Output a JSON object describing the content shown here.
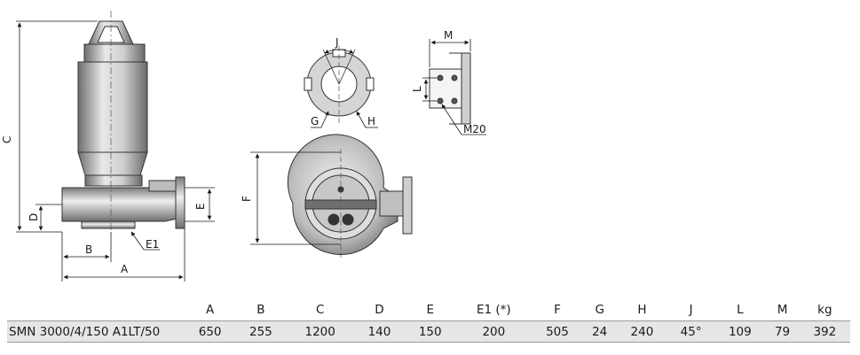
{
  "labels": {
    "A": "A",
    "B": "B",
    "C": "C",
    "D": "D",
    "E": "E",
    "E1": "E1",
    "F": "F",
    "G": "G",
    "H": "H",
    "J": "J",
    "L": "L",
    "M": "M",
    "M20": "M20"
  },
  "table": {
    "headers": [
      "",
      "A",
      "B",
      "C",
      "D",
      "E",
      "E1 (*)",
      "F",
      "G",
      "H",
      "J",
      "L",
      "M",
      "kg"
    ],
    "rows": [
      [
        "SMN 3000/4/150 A1LT/50",
        "650",
        "255",
        "1200",
        "140",
        "150",
        "200",
        "505",
        "24",
        "240",
        "45°",
        "109",
        "79",
        "392"
      ]
    ]
  }
}
